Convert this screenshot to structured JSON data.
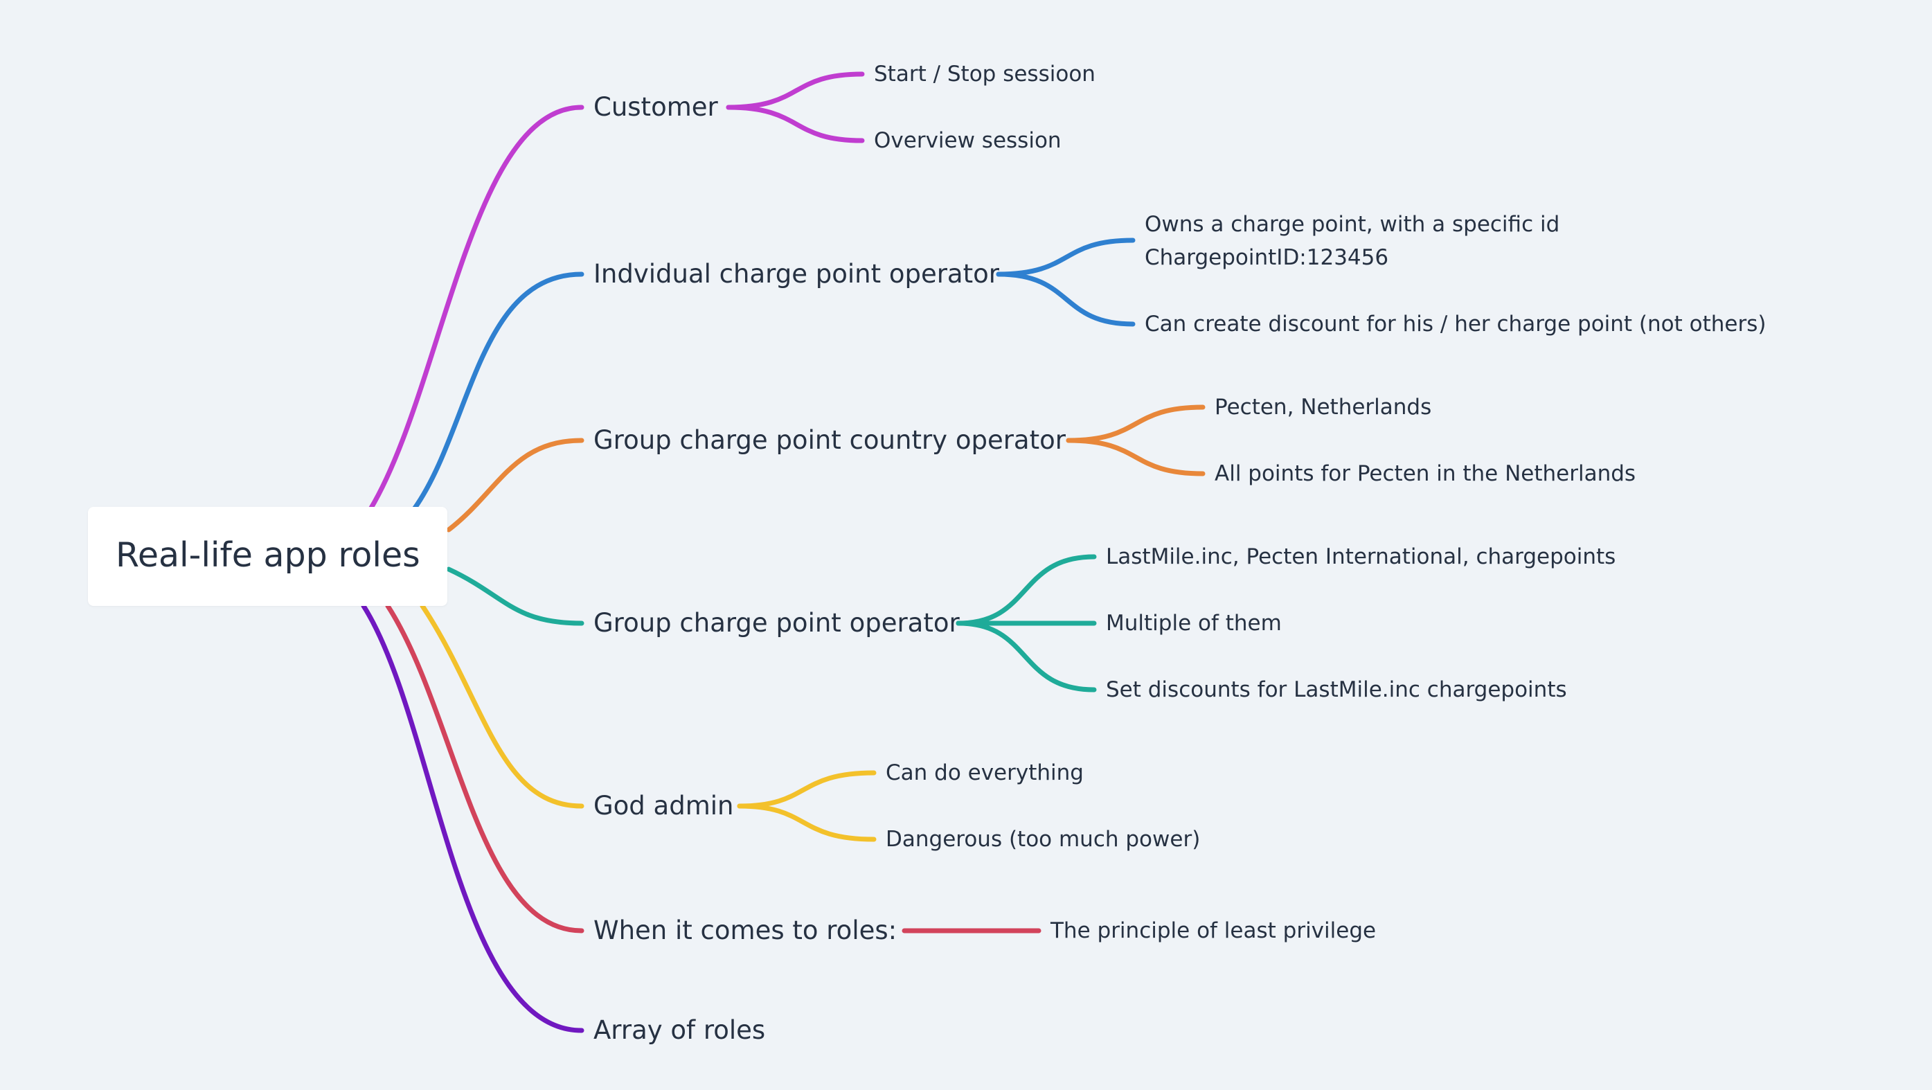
{
  "colors": {
    "background": "#eff3f7",
    "text": "#263142",
    "customer": "#c03dd0",
    "individual": "#2f80d0",
    "country": "#e8873a",
    "group": "#1fab99",
    "god_admin": "#f3c12b",
    "roles_principle": "#d2435b",
    "array": "#7018c0"
  },
  "root": {
    "title": "Real-life app roles"
  },
  "branches": [
    {
      "key": "customer",
      "label": "Customer",
      "children": [
        "Start / Stop sessioon",
        "Overview session"
      ]
    },
    {
      "key": "individual",
      "label": "Indvidual charge point operator",
      "children": [
        "Owns a charge point, with a specific id",
        "ChargepointID:123456",
        "Can create discount for his / her charge point (not others)"
      ]
    },
    {
      "key": "country",
      "label": "Group charge point country operator",
      "children": [
        "Pecten, Netherlands",
        "All points for Pecten in the Netherlands"
      ]
    },
    {
      "key": "group",
      "label": "Group charge point operator",
      "children": [
        "LastMile.inc, Pecten International,  chargepoints",
        "Multiple of them",
        "Set discounts for LastMile.inc chargepoints"
      ]
    },
    {
      "key": "god_admin",
      "label": "God admin",
      "children": [
        "Can do everything",
        "Dangerous (too much power)"
      ]
    },
    {
      "key": "roles_principle",
      "label": "When it comes to roles:",
      "children": [
        "The principle of least privilege"
      ]
    },
    {
      "key": "array",
      "label": "Array of roles",
      "children": []
    }
  ]
}
